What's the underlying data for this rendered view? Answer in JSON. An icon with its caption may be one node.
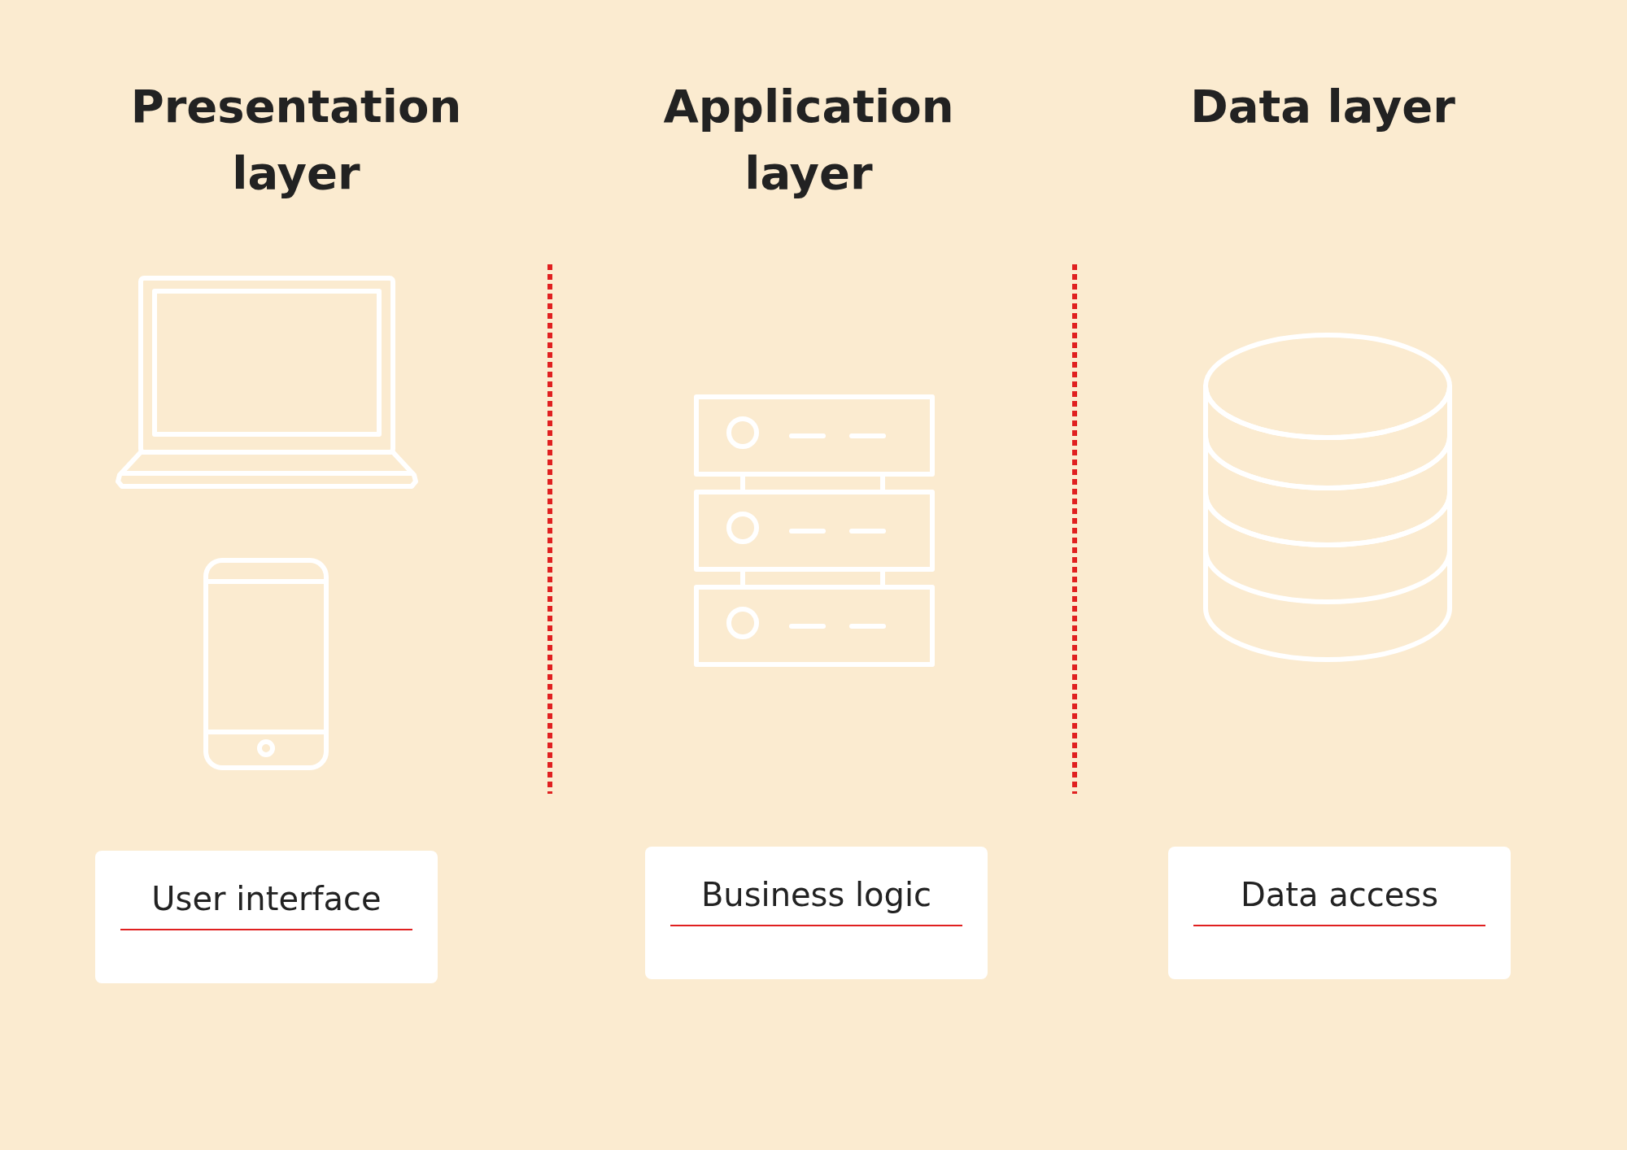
{
  "diagram": {
    "nodes": [
      {
        "text": [
          "User interface"
        ]
      },
      {
        "text": [
          "Business logic"
        ]
      },
      {
        "text": [
          "Data access"
        ]
      }
    ],
    "labels": [
      "Presentation layer",
      "Application layer",
      "Data layer"
    ]
  }
}
